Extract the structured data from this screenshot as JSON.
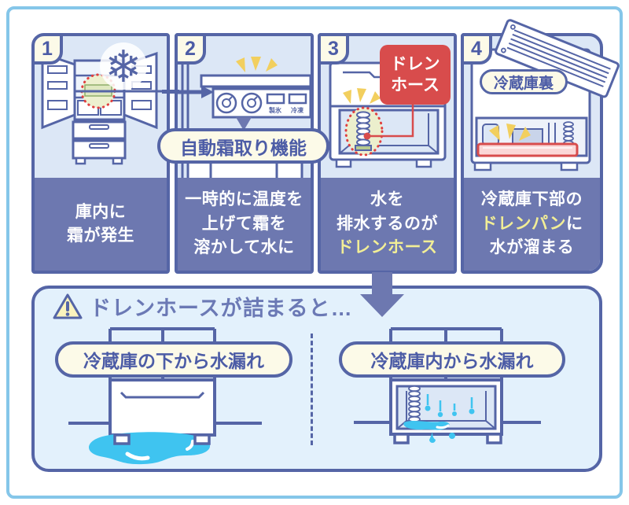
{
  "palette": {
    "outer_border": "#85c6e9",
    "line": "#5565a6",
    "panel_bg": "#dce7f6",
    "caption_bg": "#6d78b0",
    "cream": "#fcfae8",
    "highlight_yellow": "#f2ee96",
    "red": "#d84c4c",
    "warning_bg": "#e3f1fc",
    "water_blue": "#3fc4f0",
    "sparkle_yellow": "#f2cf5e",
    "dark_text": "#4c5ca6"
  },
  "steps": [
    {
      "number": "1",
      "snowflake_glyph": "❄",
      "caption": [
        [
          {
            "text": "庫内に"
          }
        ],
        [
          {
            "text": "霜が発生"
          }
        ]
      ]
    },
    {
      "number": "2",
      "defrost_bubble": "自動霜取り機能",
      "dial_labels": {
        "ice": "製氷",
        "freeze": "冷凍"
      },
      "caption": [
        [
          {
            "text": "一時的に温度を"
          }
        ],
        [
          {
            "text": "上げて霜を"
          }
        ],
        [
          {
            "text": "溶かして水に"
          }
        ]
      ]
    },
    {
      "number": "3",
      "drain_label_line1": "ドレン",
      "drain_label_line2": "ホース",
      "caption": [
        [
          {
            "text": "水を"
          }
        ],
        [
          {
            "text": "排水するのが"
          }
        ],
        [
          {
            "text": "ドレンホース",
            "highlight": true
          }
        ]
      ]
    },
    {
      "number": "4",
      "tag": "冷蔵庫裏",
      "caption": [
        [
          {
            "text": "冷蔵庫下部の"
          }
        ],
        [
          {
            "text": "ドレンパン",
            "highlight": true
          },
          {
            "text": "に"
          }
        ],
        [
          {
            "text": "水が溜まる"
          }
        ]
      ]
    }
  ],
  "warning": {
    "title": "ドレンホースが詰まると…",
    "left_label": "冷蔵庫の下から水漏れ",
    "right_label": "冷蔵庫内から水漏れ"
  }
}
